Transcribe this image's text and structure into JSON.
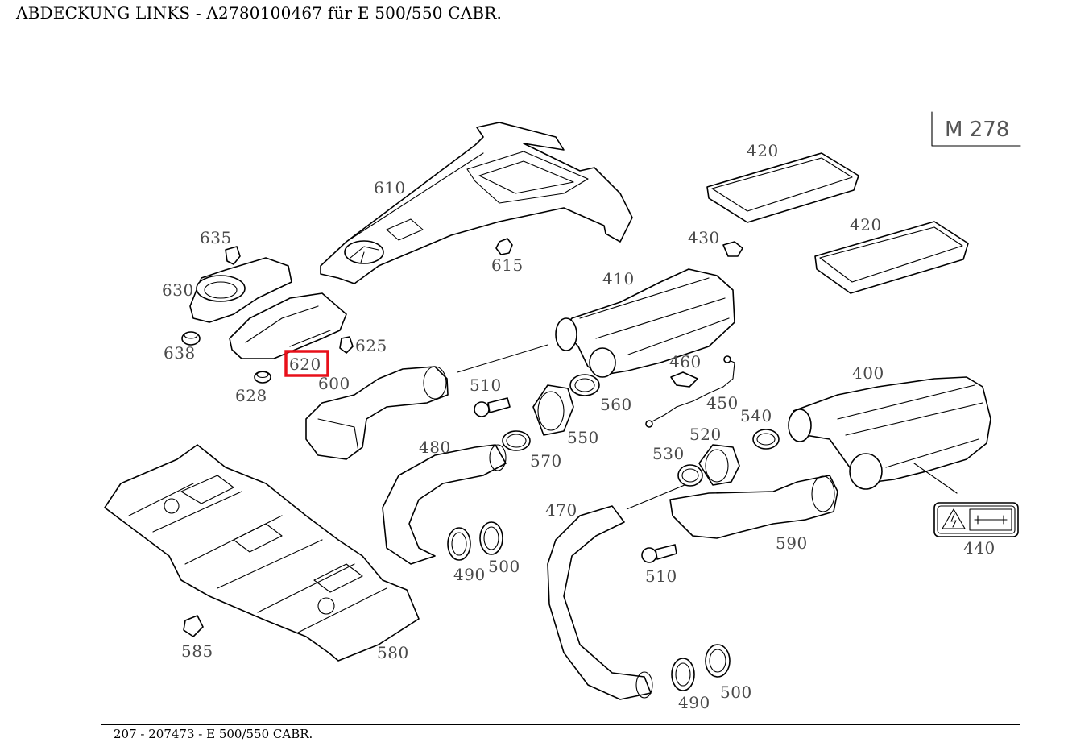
{
  "header": {
    "title": "ABDECKUNG LINKS - A2780100467 für E 500/550 CABR."
  },
  "footer": {
    "text": "207 - 207473 - E 500/550 CABR."
  },
  "engine_box": {
    "label": "M 278"
  },
  "highlight": {
    "part": "620",
    "color": "#e8101a"
  },
  "callouts": {
    "c610": "610",
    "c615": "615",
    "c635": "635",
    "c630": "630",
    "c638": "638",
    "c625": "625",
    "c620": "620",
    "c600": "600",
    "c628": "628",
    "c420a": "420",
    "c420b": "420",
    "c430": "430",
    "c410": "410",
    "c460": "460",
    "c450": "450",
    "c400": "400",
    "c540": "540",
    "c520": "520",
    "c530": "530",
    "c510a": "510",
    "c560": "560",
    "c550": "550",
    "c570": "570",
    "c480": "480",
    "c490a": "490",
    "c500a": "500",
    "c470": "470",
    "c510b": "510",
    "c590": "590",
    "c440": "440",
    "c585": "585",
    "c580": "580",
    "c490b": "490",
    "c500b": "500"
  }
}
